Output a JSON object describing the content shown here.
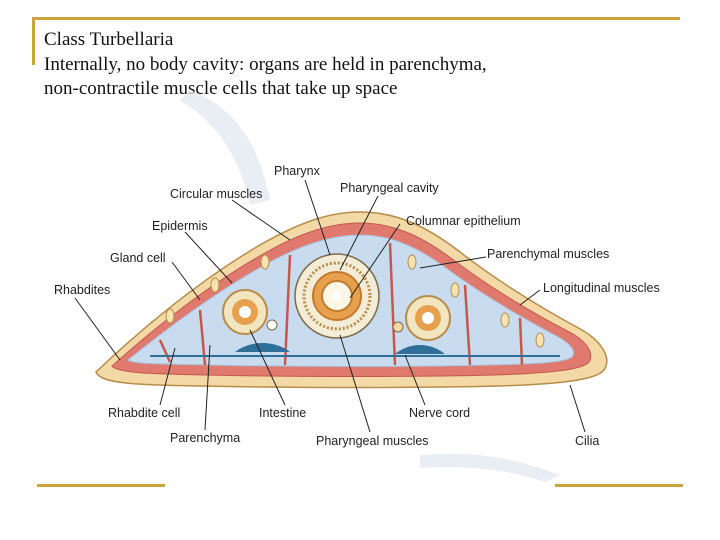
{
  "slide": {
    "title_line1": "Class Turbellaria",
    "title_line2": "Internally, no body cavity: organs are held in parenchyma,",
    "title_line3": "non-contractile muscle cells that take up space"
  },
  "diagram": {
    "labels": {
      "pharynx": "Pharynx",
      "circular_muscles": "Circular muscles",
      "pharyngeal_cavity": "Pharyngeal cavity",
      "epidermis": "Epidermis",
      "columnar_epithelium": "Columnar epithelium",
      "gland_cell": "Gland cell",
      "parenchymal_muscles": "Parenchymal muscles",
      "rhabdites": "Rhabdites",
      "longitudinal_muscles": "Longitudinal muscles",
      "rhabdite_cell": "Rhabdite cell",
      "intestine": "Intestine",
      "nerve_cord": "Nerve cord",
      "parenchyma": "Parenchyma",
      "pharyngeal_muscles": "Pharyngeal muscles",
      "cilia": "Cilia"
    }
  }
}
